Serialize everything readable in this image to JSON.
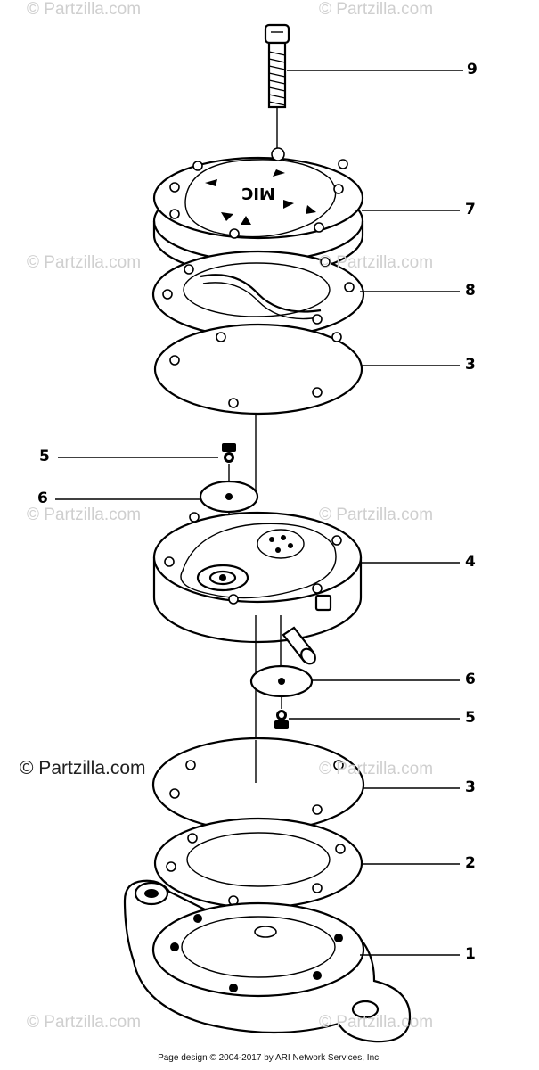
{
  "watermarks": [
    "© Partzilla.com",
    "© Partzilla.com",
    "© Partzilla.com",
    "© Partzilla.com",
    "© Partzilla.com",
    "© Partzilla.com",
    "© Partzilla.com",
    "© Partzilla.com",
    "© Partzilla.com"
  ],
  "main_watermark": "© Partzilla.com",
  "callouts": [
    "9",
    "7",
    "8",
    "3",
    "5",
    "6",
    "4",
    "6",
    "5",
    "3",
    "2",
    "1"
  ],
  "footer": "Page design © 2004-2017 by ARI Network Services, Inc.",
  "cover_text": "MIC"
}
